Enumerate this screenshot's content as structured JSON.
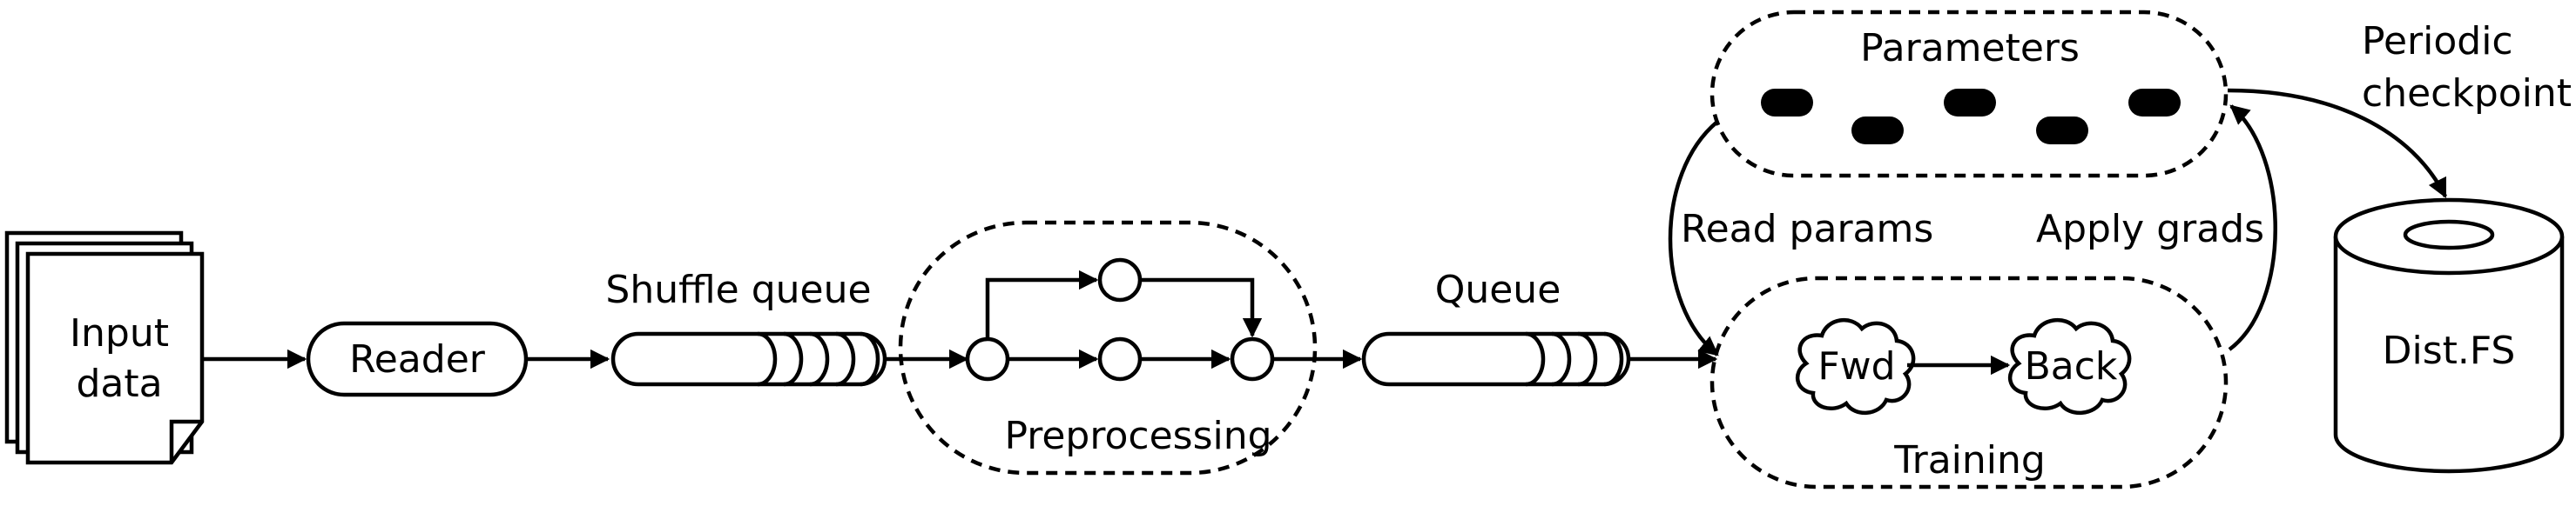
{
  "labels": {
    "input_data_line1": "Input",
    "input_data_line2": "data",
    "reader": "Reader",
    "shuffle_queue": "Shuffle queue",
    "preprocessing": "Preprocessing",
    "queue": "Queue",
    "parameters": "Parameters",
    "read_params": "Read params",
    "apply_grads": "Apply grads",
    "fwd": "Fwd",
    "back": "Back",
    "training": "Training",
    "periodic_line1": "Periodic",
    "periodic_line2": "checkpoint",
    "dist_fs": "Dist.FS"
  }
}
